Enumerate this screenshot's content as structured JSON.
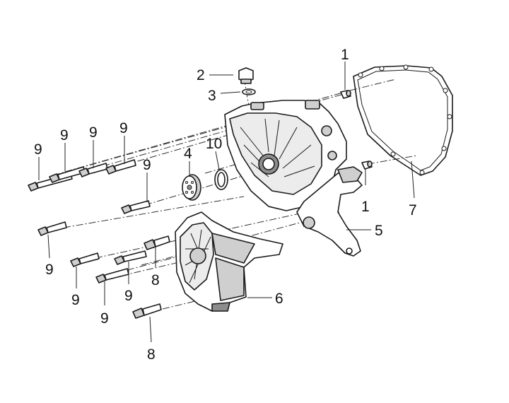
{
  "diagram": {
    "callouts": [
      {
        "id": "c1a",
        "text": "1"
      },
      {
        "id": "c1b",
        "text": "1"
      },
      {
        "id": "c2",
        "text": "2"
      },
      {
        "id": "c3",
        "text": "3"
      },
      {
        "id": "c4",
        "text": "4"
      },
      {
        "id": "c5",
        "text": "5"
      },
      {
        "id": "c6",
        "text": "6"
      },
      {
        "id": "c7",
        "text": "7"
      },
      {
        "id": "c8a",
        "text": "8"
      },
      {
        "id": "c8b",
        "text": "8"
      },
      {
        "id": "c9a",
        "text": "9"
      },
      {
        "id": "c9b",
        "text": "9"
      },
      {
        "id": "c9c",
        "text": "9"
      },
      {
        "id": "c9d",
        "text": "9"
      },
      {
        "id": "c9e",
        "text": "9"
      },
      {
        "id": "c9f",
        "text": "9"
      },
      {
        "id": "c9g",
        "text": "9"
      },
      {
        "id": "c9h",
        "text": "9"
      },
      {
        "id": "c9i",
        "text": "9"
      },
      {
        "id": "c10",
        "text": "10"
      }
    ]
  }
}
